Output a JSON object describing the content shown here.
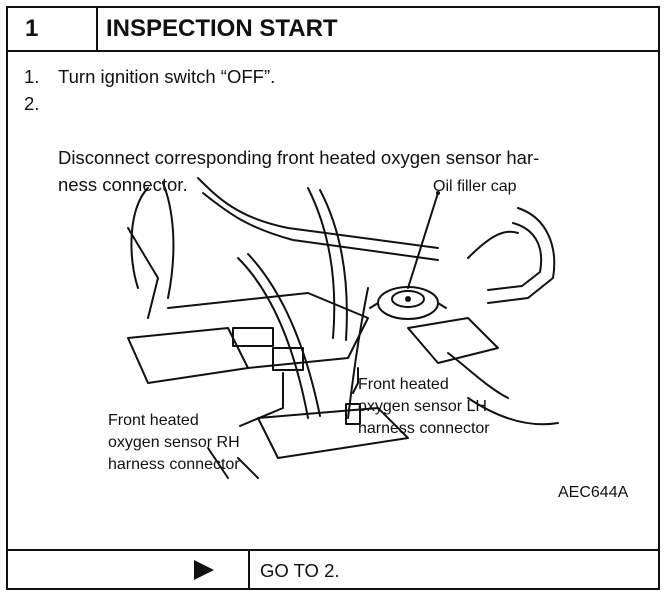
{
  "header": {
    "number": "1",
    "title": "INSPECTION START"
  },
  "steps": [
    {
      "num": "1.",
      "text": "Turn ignition switch “OFF”."
    },
    {
      "num": "2.",
      "text": "Disconnect corresponding front heated oxygen sensor har-\nness connector."
    }
  ],
  "figure": {
    "callouts": {
      "oil_filler_cap": "Oil filler cap",
      "sensor_lh": "Front heated\noxygen sensor LH\nharness connector",
      "sensor_rh": "Front heated\noxygen sensor RH\nharness connector"
    },
    "figure_id": "AEC644A"
  },
  "footer": {
    "action": "GO TO 2."
  }
}
